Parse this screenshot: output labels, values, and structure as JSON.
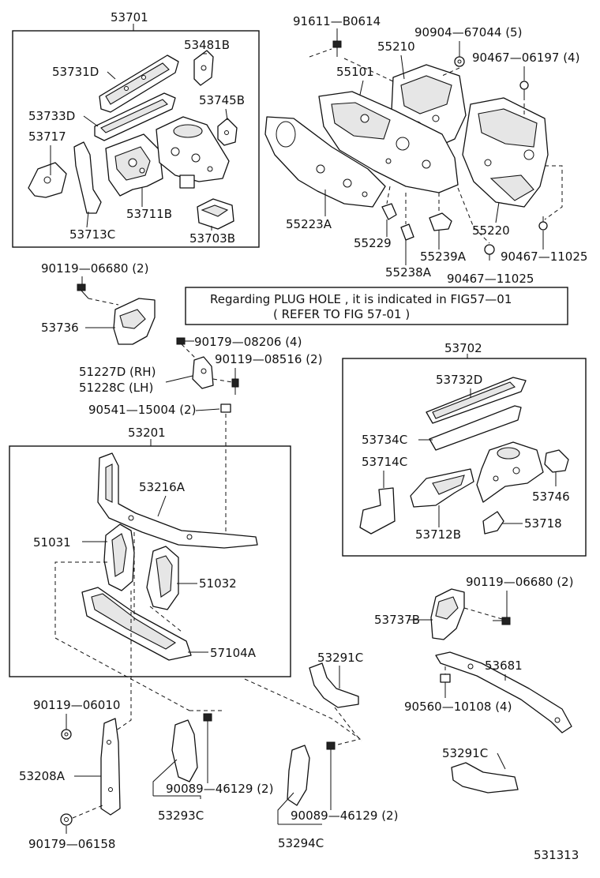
{
  "note": {
    "line1": "Regarding PLUG HOLE , it is indicated in FIG57—01",
    "line2": "( REFER TO FIG 57-01 )"
  },
  "groups": {
    "g53701": "53701",
    "g53702": "53702",
    "g53201": "53201"
  },
  "labels": {
    "p53481B": "53481B",
    "p53731D": "53731D",
    "p53733D": "53733D",
    "p53745B": "53745B",
    "p53717": "53717",
    "p53711B": "53711B",
    "p53713C": "53713C",
    "p53703B": "53703B",
    "p91611": "91611—B0614",
    "p55210": "55210",
    "p90904": "90904—67044 (5)",
    "p90467_06197": "90467—06197 (4)",
    "p55101": "55101",
    "p55223A": "55223A",
    "p55229": "55229",
    "p55238A": "55238A",
    "p55239A": "55239A",
    "p55220": "55220",
    "p90467_11025a": "90467—11025",
    "p90467_11025b": "90467—11025",
    "p90119_06680a": "90119—06680 (2)",
    "p53736": "53736",
    "p90179_08206": "90179—08206 (4)",
    "p90119_08516": "90119—08516 (2)",
    "p51227D": "51227D (RH)",
    "p51228C": "51228C (LH)",
    "p90541": "90541—15004 (2)",
    "p53732D": "53732D",
    "p53734C": "53734C",
    "p53714C": "53714C",
    "p53746": "53746",
    "p53712B": "53712B",
    "p53718": "53718",
    "p53216A": "53216A",
    "p51031": "51031",
    "p51032": "51032",
    "p57104A": "57104A",
    "p90119_06680b": "90119—06680 (2)",
    "p53737B": "53737B",
    "p53681": "53681",
    "p90560": "90560—10108 (4)",
    "p53291Ca": "53291C",
    "p53291Cb": "53291C",
    "p90119_06010": "90119—06010",
    "p53208A": "53208A",
    "p90089a": "90089—46129 (2)",
    "p53293C": "53293C",
    "p90089b": "90089—46129 (2)",
    "p53294C": "53294C",
    "p90179_06158": "90179—06158",
    "fig": "531313"
  }
}
